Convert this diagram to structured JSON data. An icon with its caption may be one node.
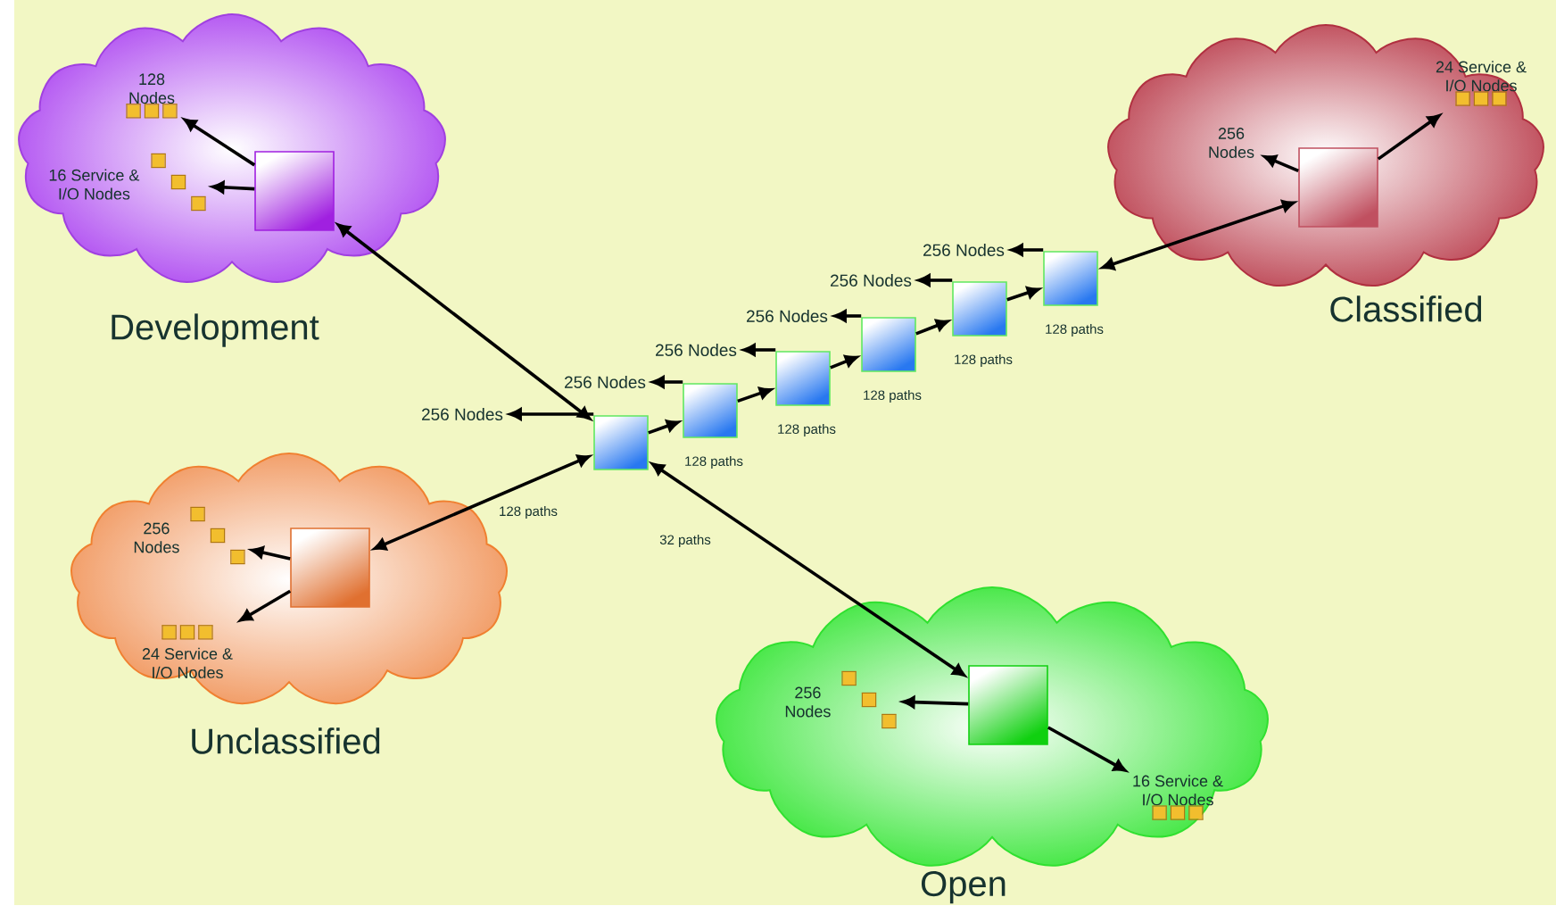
{
  "diagram": {
    "nodes": [
      {
        "text": [
          "Development"
        ]
      },
      {
        "text": [],
        "shape": "box",
        "in": 0
      },
      {
        "text": [
          "128 Nodes"
        ],
        "in": 0
      },
      {
        "text": [
          "16 Service & I/O Nodes"
        ],
        "in": 0
      },
      {
        "text": [
          "Classified"
        ]
      },
      {
        "text": [],
        "shape": "box",
        "in": 4
      },
      {
        "text": [
          "256 Nodes"
        ],
        "in": 4
      },
      {
        "text": [
          "24 Service & I/O Nodes"
        ],
        "in": 4
      },
      {
        "text": [
          "Unclassified"
        ]
      },
      {
        "text": [],
        "shape": "box",
        "in": 8
      },
      {
        "text": [
          "256 Nodes"
        ],
        "in": 8
      },
      {
        "text": [
          "24 Service & I/O Nodes"
        ],
        "in": 8
      },
      {
        "text": [
          "Open"
        ]
      },
      {
        "text": [],
        "shape": "box",
        "in": 12
      },
      {
        "text": [
          "256 Nodes"
        ],
        "in": 12
      },
      {
        "text": [
          "16 Service & I/O Nodes"
        ],
        "in": 12
      },
      {
        "text": [],
        "shape": "box"
      },
      {
        "text": [],
        "shape": "box"
      },
      {
        "text": [],
        "shape": "box"
      },
      {
        "text": [],
        "shape": "box"
      },
      {
        "text": [],
        "shape": "box"
      },
      {
        "text": [],
        "shape": "box"
      },
      {
        "text": [
          "256 Nodes"
        ]
      },
      {
        "text": [
          "256 Nodes"
        ]
      },
      {
        "text": [
          "256 Nodes"
        ]
      },
      {
        "text": [
          "256 Nodes"
        ]
      },
      {
        "text": [
          "256 Nodes"
        ]
      },
      {
        "text": [
          "256 Nodes"
        ]
      }
    ],
    "edges": [
      {
        "from": 1,
        "to": 2,
        "arrow": "to"
      },
      {
        "from": 1,
        "to": 3,
        "arrow": "to"
      },
      {
        "from": 1,
        "to": 16,
        "arrow": "both"
      },
      {
        "from": 16,
        "to": 9,
        "arrow": "both",
        "label": "128 paths"
      },
      {
        "from": 16,
        "to": 13,
        "arrow": "both",
        "label": "32 paths"
      },
      {
        "from": 16,
        "to": 17,
        "arrow": "to",
        "label": "128 paths"
      },
      {
        "from": 17,
        "to": 18,
        "arrow": "to",
        "label": "128 paths"
      },
      {
        "from": 18,
        "to": 19,
        "arrow": "to",
        "label": "128 paths"
      },
      {
        "from": 19,
        "to": 20,
        "arrow": "to",
        "label": "128 paths"
      },
      {
        "from": 20,
        "to": 21,
        "arrow": "to",
        "label": "128 paths"
      },
      {
        "from": 21,
        "to": 5,
        "arrow": "both"
      },
      {
        "from": 5,
        "to": 6,
        "arrow": "to"
      },
      {
        "from": 5,
        "to": 7,
        "arrow": "to"
      },
      {
        "from": 9,
        "to": 10,
        "arrow": "to"
      },
      {
        "from": 9,
        "to": 11,
        "arrow": "to"
      },
      {
        "from": 13,
        "to": 14,
        "arrow": "to"
      },
      {
        "from": 13,
        "to": 15,
        "arrow": "to"
      },
      {
        "from": 16,
        "to": 22,
        "arrow": "to"
      },
      {
        "from": 17,
        "to": 23,
        "arrow": "to"
      },
      {
        "from": 18,
        "to": 24,
        "arrow": "to"
      },
      {
        "from": 19,
        "to": 25,
        "arrow": "to"
      },
      {
        "from": 20,
        "to": 26,
        "arrow": "to"
      },
      {
        "from": 21,
        "to": 27,
        "arrow": "to"
      }
    ]
  }
}
